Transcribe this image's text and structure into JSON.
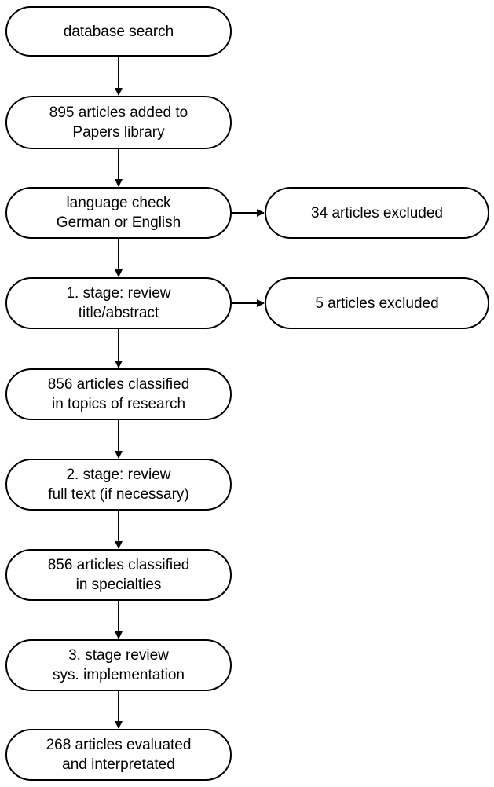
{
  "nodes": [
    {
      "id": "n1",
      "lines": [
        "database search"
      ]
    },
    {
      "id": "n2",
      "lines": [
        "895 articles added to",
        "Papers library"
      ]
    },
    {
      "id": "n3",
      "lines": [
        "language check",
        "German or English"
      ]
    },
    {
      "id": "n3x",
      "lines": [
        "34 articles excluded"
      ]
    },
    {
      "id": "n4",
      "lines": [
        "1. stage: review",
        "title/abstract"
      ]
    },
    {
      "id": "n4x",
      "lines": [
        "5 articles excluded"
      ]
    },
    {
      "id": "n5",
      "lines": [
        "856 articles classified",
        "in topics of research"
      ]
    },
    {
      "id": "n6",
      "lines": [
        "2. stage: review",
        "full text (if necessary)"
      ]
    },
    {
      "id": "n7",
      "lines": [
        "856 articles classified",
        "in specialties"
      ]
    },
    {
      "id": "n8",
      "lines": [
        "3. stage review",
        "sys. implementation"
      ]
    },
    {
      "id": "n9",
      "lines": [
        "268 articles evaluated",
        "and interpretated"
      ]
    }
  ],
  "edges": [
    {
      "from": "n1",
      "to": "n2"
    },
    {
      "from": "n2",
      "to": "n3"
    },
    {
      "from": "n3",
      "to": "n4"
    },
    {
      "from": "n3",
      "to": "n3x"
    },
    {
      "from": "n4",
      "to": "n5"
    },
    {
      "from": "n4",
      "to": "n4x"
    },
    {
      "from": "n5",
      "to": "n6"
    },
    {
      "from": "n6",
      "to": "n7"
    },
    {
      "from": "n7",
      "to": "n8"
    },
    {
      "from": "n8",
      "to": "n9"
    }
  ]
}
